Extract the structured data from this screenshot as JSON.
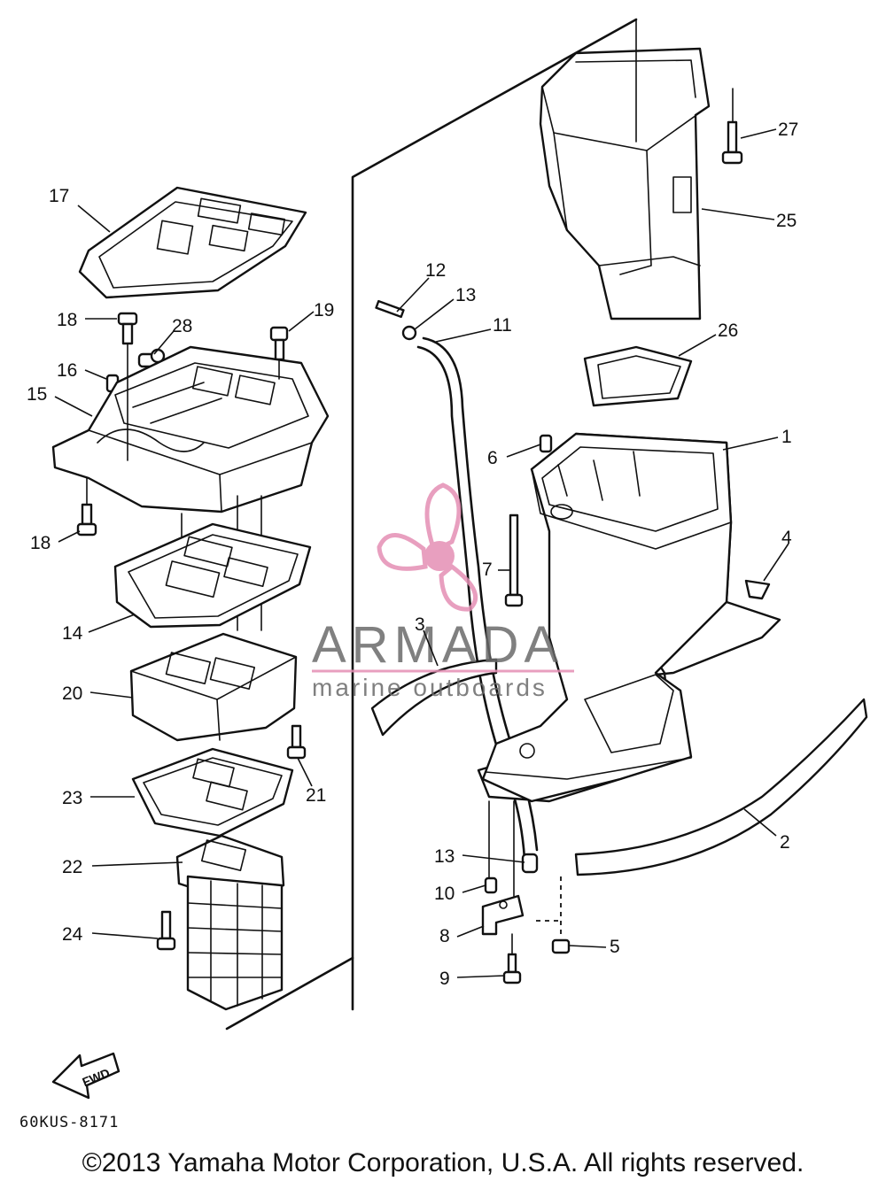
{
  "drawing_code": "60KUS-8171",
  "copyright": "©2013 Yamaha Motor Corporation, U.S.A. All rights reserved.",
  "watermark": {
    "brand": "ARMADA",
    "tagline": "marine outboards",
    "accent_color": "#e58fb4",
    "text_color": "#6a6a6a"
  },
  "fwd_label": "FWD",
  "callouts": [
    "1",
    "2",
    "3",
    "4",
    "5",
    "6",
    "7",
    "8",
    "9",
    "10",
    "11",
    "12",
    "13",
    "13",
    "14",
    "15",
    "16",
    "17",
    "18",
    "18",
    "19",
    "20",
    "21",
    "22",
    "23",
    "24",
    "25",
    "26",
    "27",
    "28"
  ]
}
